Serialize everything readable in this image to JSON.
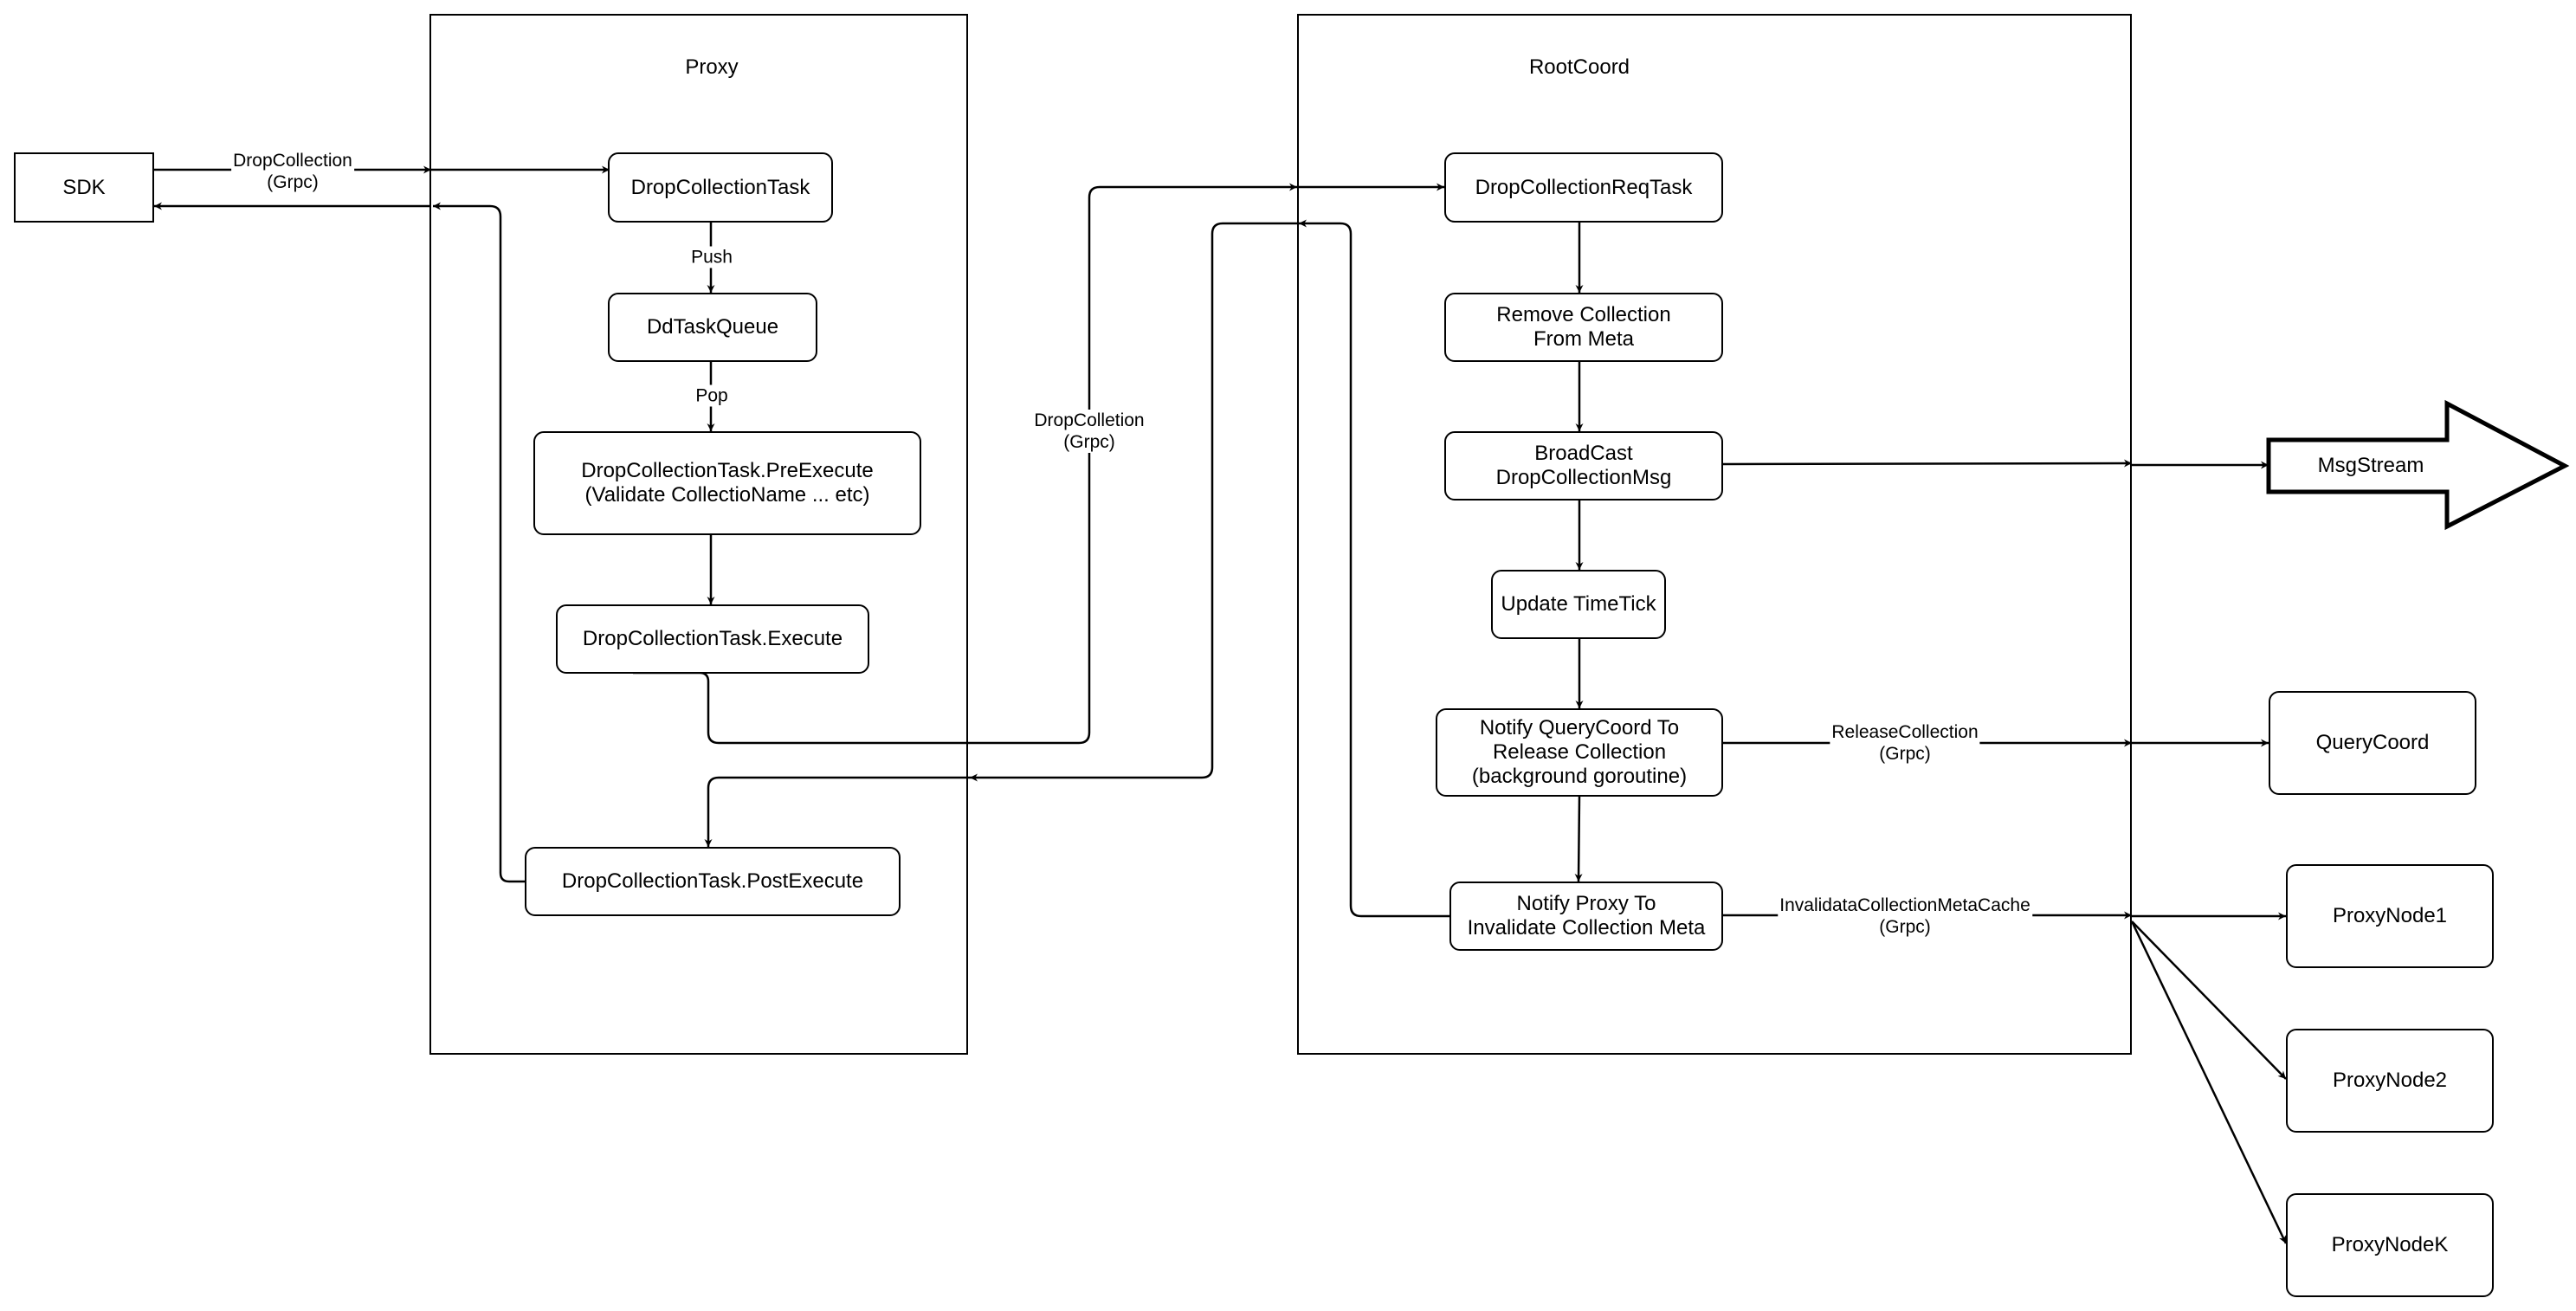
{
  "containers": {
    "proxy_title": "Proxy",
    "rootcoord_title": "RootCoord"
  },
  "nodes": {
    "sdk": "SDK",
    "drop_collection_task": "DropCollectionTask",
    "dd_task_queue": "DdTaskQueue",
    "pre_execute": "DropCollectionTask.PreExecute\n(Validate CollectioName ... etc)",
    "execute": "DropCollectionTask.Execute",
    "post_execute": "DropCollectionTask.PostExecute",
    "drop_collection_req_task": "DropCollectionReqTask",
    "remove_collection": "Remove Collection\nFrom Meta",
    "broadcast": "BroadCast\nDropCollectionMsg",
    "update_timetick": "Update TimeTick",
    "notify_querycoord": "Notify QueryCoord To\nRelease Collection\n(background goroutine)",
    "notify_proxy": "Notify Proxy To\nInvalidate Collection Meta",
    "msgstream": "MsgStream",
    "querycoord": "QueryCoord",
    "proxynode1": "ProxyNode1",
    "proxynode2": "ProxyNode2",
    "proxynodek": "ProxyNodeK"
  },
  "edge_labels": {
    "sdk_to_proxy": "DropCollection\n(Grpc)",
    "push": "Push",
    "pop": "Pop",
    "proxy_to_rootcoord": "DropColletion\n(Grpc)",
    "release_collection": "ReleaseCollection\n(Grpc)",
    "invalidate_cache": "InvalidataCollectionMetaCache\n(Grpc)"
  }
}
